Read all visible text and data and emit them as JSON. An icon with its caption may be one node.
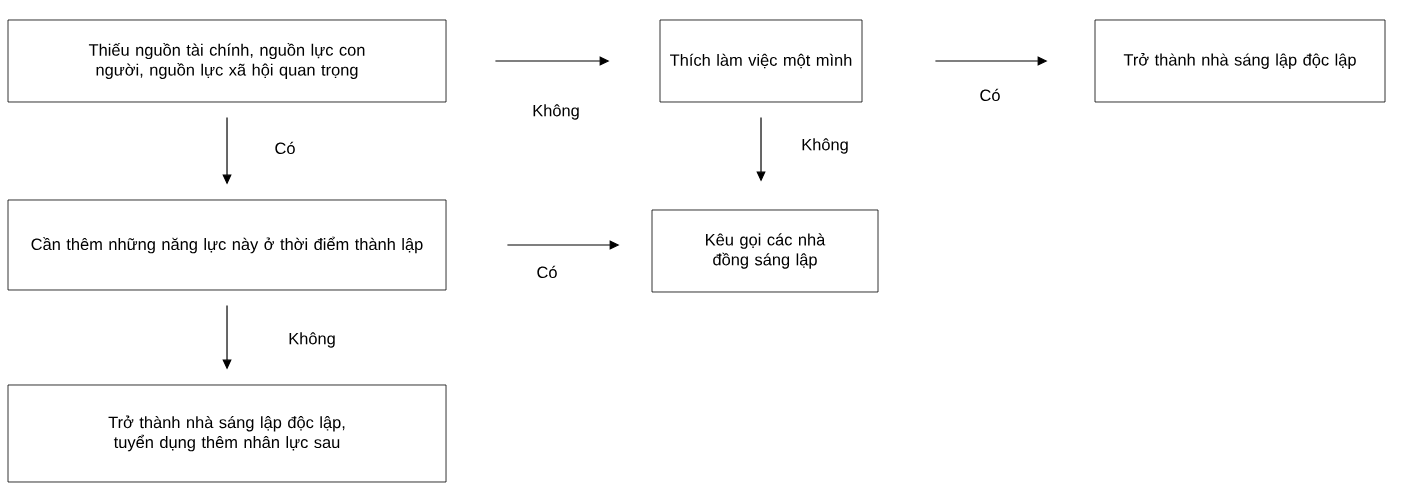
{
  "diagram": {
    "nodes": [
      {
        "text": [
          "Thiếu nguồn tài chính, nguồn lực con người, nguồn lực xã hội quan trọng"
        ]
      },
      {
        "text": [
          "Thích làm việc một mình"
        ]
      },
      {
        "text": [
          "Trở thành nhà sáng lập độc lập"
        ]
      },
      {
        "text": [
          "Cần thêm những năng lực này ở thời điểm thành lập"
        ]
      },
      {
        "text": [
          "Kêu gọi các nhà đồng sáng lập"
        ]
      },
      {
        "text": [
          "Trở thành nhà sáng lập độc lập, tuyển dụng thêm nhân lực sau"
        ]
      }
    ],
    "edges": [
      {
        "from": 0,
        "to": 1,
        "arrow": "to",
        "label": "Không"
      },
      {
        "from": 1,
        "to": 2,
        "arrow": "to",
        "label": "Có"
      },
      {
        "from": 0,
        "to": 3,
        "arrow": "to",
        "label": "Có"
      },
      {
        "from": 1,
        "to": 4,
        "arrow": "to",
        "label": "Không"
      },
      {
        "from": 3,
        "to": 4,
        "arrow": "to",
        "label": "Có"
      },
      {
        "from": 3,
        "to": 5,
        "arrow": "to",
        "label": "Không"
      }
    ]
  }
}
